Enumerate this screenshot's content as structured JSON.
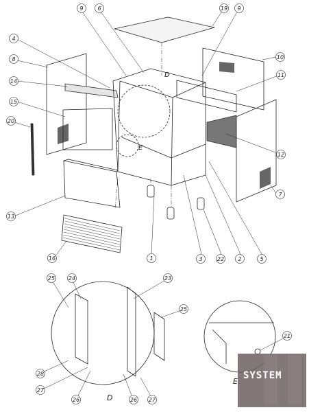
{
  "callouts": [
    {
      "id": "9a",
      "text": "9"
    },
    {
      "id": "6",
      "text": "6"
    },
    {
      "id": "19",
      "text": "19"
    },
    {
      "id": "9b",
      "text": "9"
    },
    {
      "id": "4",
      "text": "4"
    },
    {
      "id": "8",
      "text": "8"
    },
    {
      "id": "10",
      "text": "10"
    },
    {
      "id": "14",
      "text": "14"
    },
    {
      "id": "11",
      "text": "11"
    },
    {
      "id": "15",
      "text": "15"
    },
    {
      "id": "20",
      "text": "20"
    },
    {
      "id": "12",
      "text": "12"
    },
    {
      "id": "7",
      "text": "7"
    },
    {
      "id": "13",
      "text": "13"
    },
    {
      "id": "16",
      "text": "16"
    },
    {
      "id": "1",
      "text": "1"
    },
    {
      "id": "3",
      "text": "3"
    },
    {
      "id": "22",
      "text": "22"
    },
    {
      "id": "2",
      "text": "2"
    },
    {
      "id": "5",
      "text": "5"
    },
    {
      "id": "25a",
      "text": "25"
    },
    {
      "id": "24",
      "text": "24"
    },
    {
      "id": "23",
      "text": "23"
    },
    {
      "id": "25b",
      "text": "25"
    },
    {
      "id": "21",
      "text": "21"
    },
    {
      "id": "28",
      "text": "28"
    },
    {
      "id": "27a",
      "text": "27"
    },
    {
      "id": "26a",
      "text": "26"
    },
    {
      "id": "26b",
      "text": "26"
    },
    {
      "id": "27b",
      "text": "27"
    }
  ],
  "detail_labels": {
    "d_top": "D",
    "e_mid": "E",
    "d_bottom": "D",
    "e_bottom": "E"
  },
  "logo": {
    "text": "SYSTEM",
    "bg_color": "#6d6060",
    "bar_color": "#8a7d7d"
  }
}
